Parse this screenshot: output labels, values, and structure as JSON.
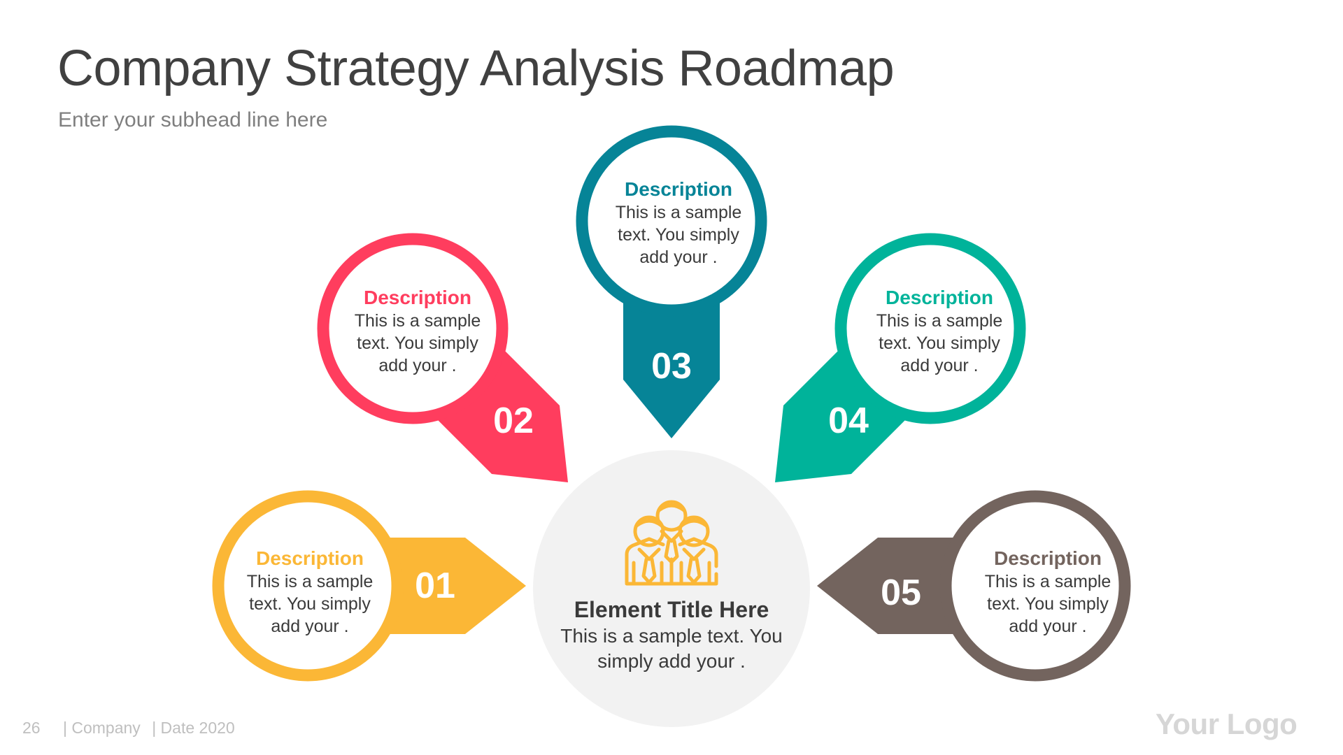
{
  "header": {
    "title": "Company Strategy Analysis Roadmap",
    "subhead": "Enter your subhead line here"
  },
  "colors": {
    "step_01": "#FBB736",
    "step_02": "#FF3D5E",
    "step_03": "#068497",
    "step_04": "#00B39A",
    "step_05": "#73645E",
    "center_fill": "#F2F2F2",
    "text_dark": "#3A3A3A"
  },
  "steps": [
    {
      "number": "01",
      "heading": "Description",
      "body": "This is a sample text. You simply add your ."
    },
    {
      "number": "02",
      "heading": "Description",
      "body": "This is a sample text. You simply add your ."
    },
    {
      "number": "03",
      "heading": "Description",
      "body": "This is a sample text. You simply add your ."
    },
    {
      "number": "04",
      "heading": "Description",
      "body": "This is a sample text. You simply add your ."
    },
    {
      "number": "05",
      "heading": "Description",
      "body": "This is a sample text. You simply add your ."
    }
  ],
  "center": {
    "icon": "team-people-icon",
    "title": "Element Title Here",
    "body": "This is a sample text. You simply add your ."
  },
  "footer": {
    "page_number": "26",
    "company": "| Company",
    "date": "| Date 2020",
    "logo": "Your Logo"
  }
}
